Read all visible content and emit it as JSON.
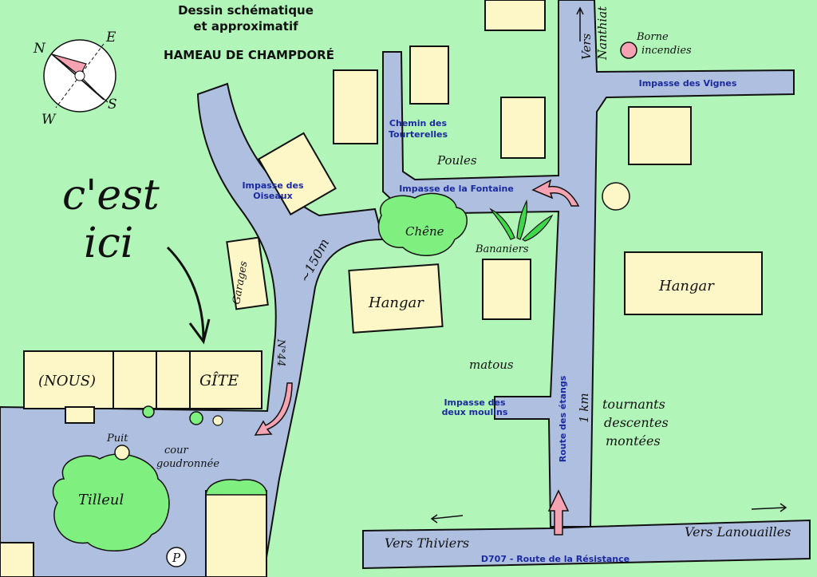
{
  "header": {
    "line1": "Dessin schématique",
    "line2": "et approximatif",
    "hamlet": "HAMEAU DE CHAMPDORÉ"
  },
  "compass": {
    "n": "N",
    "e": "E",
    "s": "S",
    "w": "W"
  },
  "here": {
    "line1": "c'est",
    "line2": "ici"
  },
  "buildings": {
    "nous": "(NOUS)",
    "gite": "GÎTE",
    "garages": "Garages",
    "hangar1": "Hangar",
    "hangar2": "Hangar"
  },
  "streets": {
    "oiseaux1": "Impasse des",
    "oiseaux2": "Oiseaux",
    "tourterelles1": "Chemin des",
    "tourterelles2": "Tourterelles",
    "fontaine": "Impasse de la Fontaine",
    "vignes": "Impasse des Vignes",
    "moulins1": "Impasse des",
    "moulins2": "deux moulins",
    "etangs": "Route des étangs",
    "d707": "D707 - Route de la Résistance"
  },
  "notes": {
    "distance": "~150m",
    "number": "N°44",
    "poules": "Poules",
    "chene": "Chêne",
    "bananiers": "Bananiers",
    "matous": "matous",
    "km": "1 km",
    "tournants1": "tournants",
    "tournants2": "descentes",
    "tournants3": "montées",
    "nanthiat1": "Vers",
    "nanthiat2": "Nanthiat",
    "borne1": "Borne",
    "borne2": "incendies",
    "puit": "Puit",
    "cour1": "cour",
    "cour2": "goudronnée",
    "tilleul": "Tilleul",
    "parking": "P",
    "thiviers": "Vers Thiviers",
    "lanouailles": "Vers Lanouailles"
  },
  "colors": {
    "grass": "#b1f5b9",
    "road": "#aebfe0",
    "building": "#fdf6c6",
    "tree": "#7ff07f",
    "marker": "#f5a3b3",
    "street_label": "#1c2aa0"
  }
}
